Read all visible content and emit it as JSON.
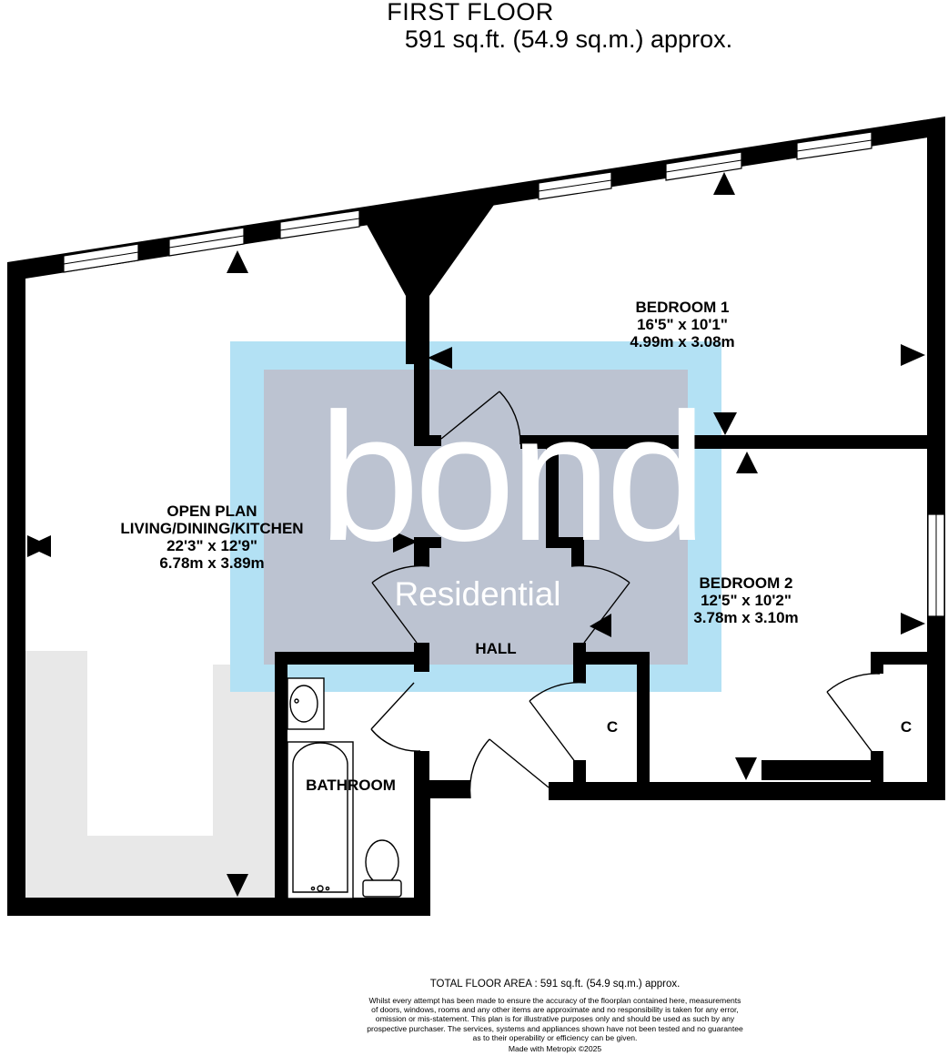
{
  "header": {
    "title": "FIRST FLOOR",
    "subtitle": "591 sq.ft. (54.9 sq.m.) approx."
  },
  "rooms": {
    "open_plan": {
      "name_line1": "OPEN PLAN",
      "name_line2": "LIVING/DINING/KITCHEN",
      "imperial": "22'3\"  x 12'9\"",
      "metric": "6.78m  x 3.89m"
    },
    "bedroom1": {
      "name": "BEDROOM 1",
      "imperial": "16'5\"  x 10'1\"",
      "metric": "4.99m  x 3.08m"
    },
    "bedroom2": {
      "name": "BEDROOM 2",
      "imperial": "12'5\"  x 10'2\"",
      "metric": "3.78m  x 3.10m"
    },
    "hall": {
      "name": "HALL"
    },
    "bathroom": {
      "name": "BATHROOM"
    },
    "cupboard1": {
      "name": "C"
    },
    "cupboard2": {
      "name": "C"
    }
  },
  "watermark": {
    "brand": "bond",
    "tagline": "Residential"
  },
  "footer": {
    "total_area": "TOTAL FLOOR AREA : 591 sq.ft. (54.9 sq.m.) approx.",
    "disclaimer_lines": [
      "Whilst every attempt has been made to ensure the accuracy of the floorplan contained here, measurements",
      "of doors, windows, rooms and any other items are approximate and no responsibility is taken for any error,",
      "omission or mis-statement. This plan is for illustrative purposes only and should be used as such by any",
      "prospective purchaser. The services, systems and appliances shown have not been tested and no guarantee",
      "as to their operability or efficiency can be given."
    ],
    "made_with": "Made with Metropix ©2025"
  },
  "colors": {
    "wall": "#000000",
    "watermark_outer": "#b3e1f4",
    "watermark_inner": "#bcc3d1",
    "shaded_area": "#e8e8e8",
    "background": "#ffffff"
  }
}
